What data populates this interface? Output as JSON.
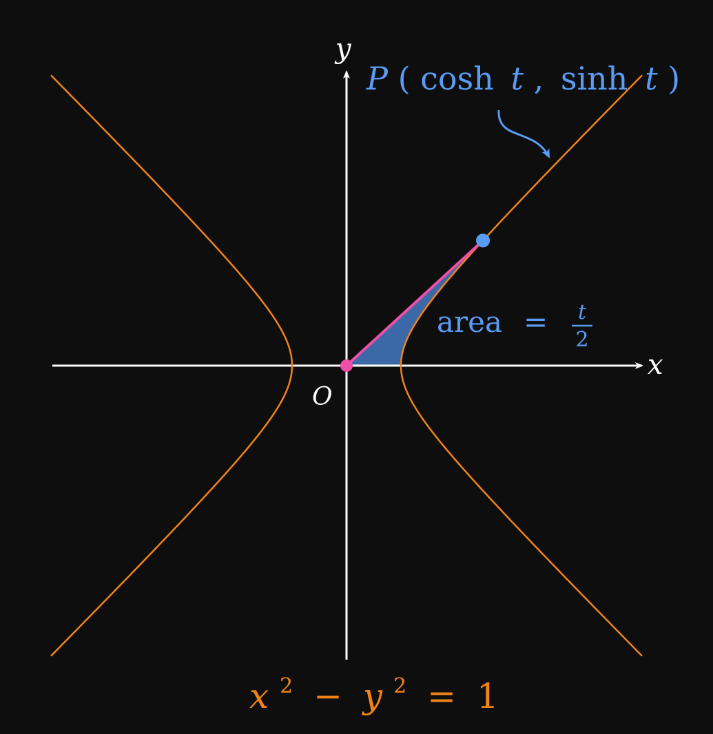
{
  "diagram": {
    "axes": {
      "x_label": "x",
      "y_label": "y",
      "origin_label": "O"
    },
    "point_label": {
      "name": "P",
      "open": "(",
      "func_x": "cosh",
      "param_x": "t",
      "comma": ",",
      "func_y": "sinh",
      "param_y": "t",
      "close": ")"
    },
    "area_label": {
      "word": "area",
      "equals": "=",
      "numerator": "t",
      "denominator": "2"
    },
    "equation": {
      "var1": "x",
      "exp1": "2",
      "minus": "−",
      "var2": "y",
      "exp2": "2",
      "equals": "=",
      "rhs": "1"
    },
    "colors": {
      "background": "#0e0e0e",
      "axes": "#ffffff",
      "hyperbola": "#f08418",
      "point": "#5a9cf5",
      "segment": "#ee4fa8",
      "region_fill": "#3d68a8",
      "label_blue": "#5a9cf5",
      "equation": "#f08418"
    }
  }
}
